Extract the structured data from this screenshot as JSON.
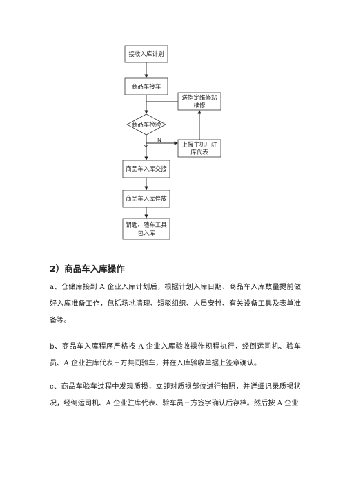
{
  "flowchart": {
    "nodes": {
      "plan": "接收入库计划",
      "receive": "商品车接车",
      "inspect": "商品车检验",
      "handover": "商品车入库交接",
      "park": "商品车入库停放",
      "keys_line1": "钥匙、随车工具",
      "keys_line2": "包入库",
      "repair_line1": "送指定维修站",
      "repair_line2": "维修",
      "report_line1": "上报主机厂驻",
      "report_line2": "库代表"
    },
    "labels": {
      "no": "N",
      "yes": "Y"
    }
  },
  "section": {
    "heading": "2）商品车入库操作",
    "paragraphs": [
      "a、仓储库接到 A 企业入库计划后，根据计划入库日期、商品车入库数量提前做好入库准备工作，包括场地清理、短驳组织、人员安排、有关设备工具及表单准备等。",
      "b、商品车入库程序严格按 A 企业入库验收操作规程执行，经倒运司机、验车员、A 企业驻库代表三方共同验车，并在入库验收单据上签章确认。",
      "c、商品车验车过程中发现质损，立即对质损部位进行拍照，并详细记录质损状况，经倒运司机、A 企业驻库代表、验车员三方签字确认后存档。然后按 A 企业"
    ]
  }
}
